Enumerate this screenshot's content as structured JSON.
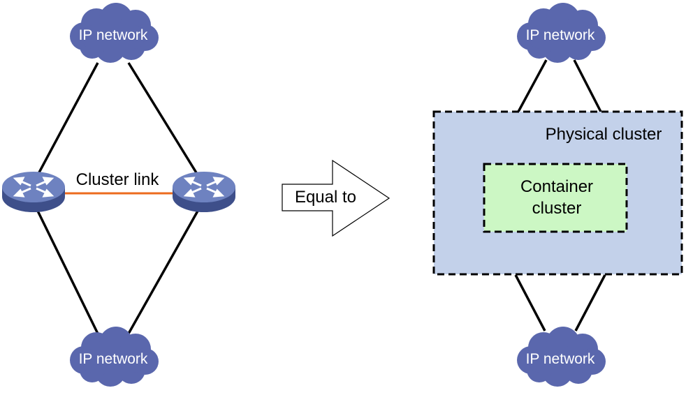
{
  "left": {
    "top_cloud_label": "IP network",
    "bottom_cloud_label": "IP network",
    "link_label": "Cluster link"
  },
  "arrow": {
    "label": "Equal to"
  },
  "right": {
    "top_cloud_label": "IP network",
    "bottom_cloud_label": "IP network",
    "outer_box_label": "Physical cluster",
    "inner_box_label_line1": "Container",
    "inner_box_label_line2": "cluster"
  },
  "colors": {
    "cloud": "#5a67ad",
    "cluster_link": "#ec6b1e",
    "physical_cluster_fill": "#c3d1ea",
    "container_cluster_fill": "#ccf7c4",
    "switch_body": "#5f74b4"
  }
}
